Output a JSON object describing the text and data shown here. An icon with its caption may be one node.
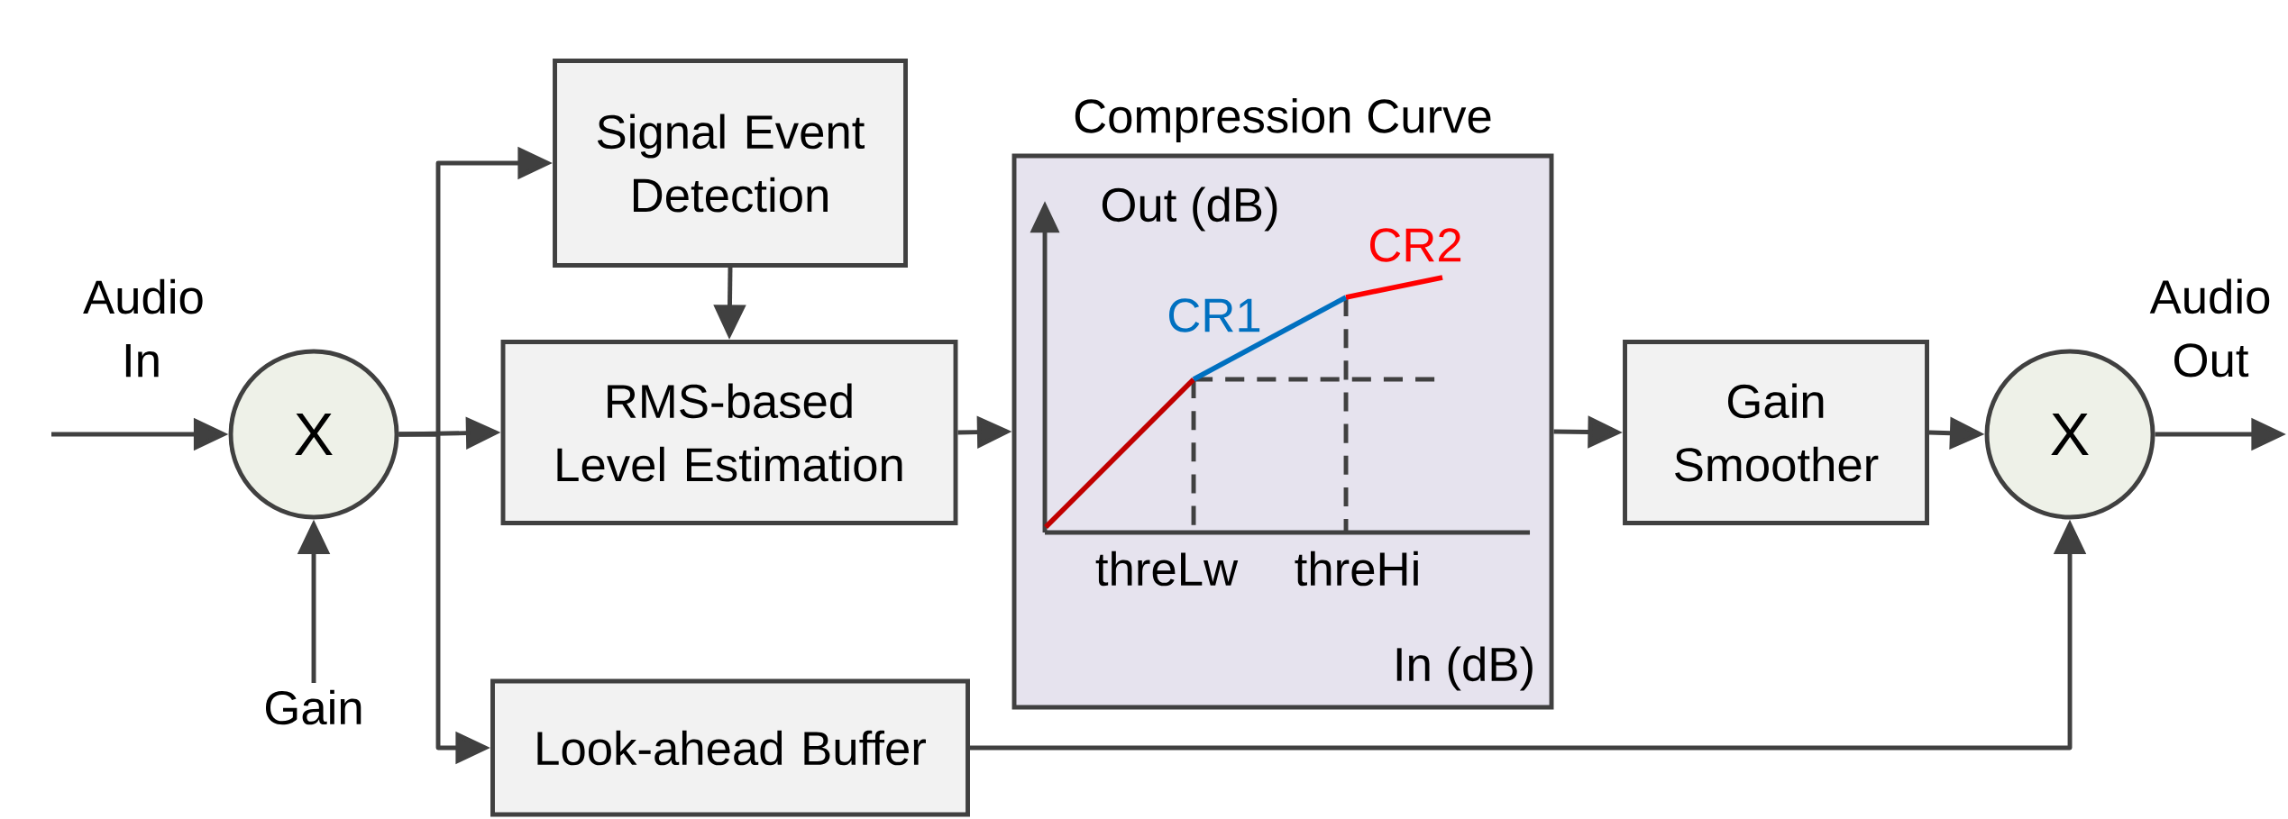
{
  "diagram": {
    "nodes": [
      {
        "text": [
          "X"
        ]
      },
      {
        "text": [
          "Gain"
        ]
      },
      {
        "text": [
          "Signal Event Detection"
        ]
      },
      {
        "text": [
          "RMS-based Level Estimation"
        ]
      },
      {
        "text": [
          "Look-ahead Buffer"
        ]
      },
      {
        "text": [
          "Compression Curve"
        ]
      },
      {
        "text": [
          "Gain Smoother"
        ]
      },
      {
        "text": [
          "X"
        ]
      }
    ],
    "edges": [
      {
        "from": null,
        "to": 0,
        "arrow": "to"
      },
      {
        "from": 1,
        "to": 0,
        "arrow": "to"
      },
      {
        "from": 0,
        "to": 2,
        "arrow": "to"
      },
      {
        "from": 0,
        "to": 3,
        "arrow": "to"
      },
      {
        "from": 0,
        "to": 4,
        "arrow": "to"
      },
      {
        "from": 2,
        "to": 3,
        "arrow": "to"
      },
      {
        "from": 3,
        "to": 5,
        "arrow": "to"
      },
      {
        "from": 5,
        "to": 6,
        "arrow": "to"
      },
      {
        "from": 6,
        "to": 7,
        "arrow": "to"
      },
      {
        "from": 4,
        "to": 7,
        "arrow": "to"
      },
      {
        "from": 7,
        "to": null,
        "arrow": "to"
      }
    ],
    "labels": [
      "Audio In",
      "Out (dB)",
      "CR2",
      "CR1",
      "Audio Out",
      "threLw",
      "threHi",
      "In (dB)"
    ]
  }
}
